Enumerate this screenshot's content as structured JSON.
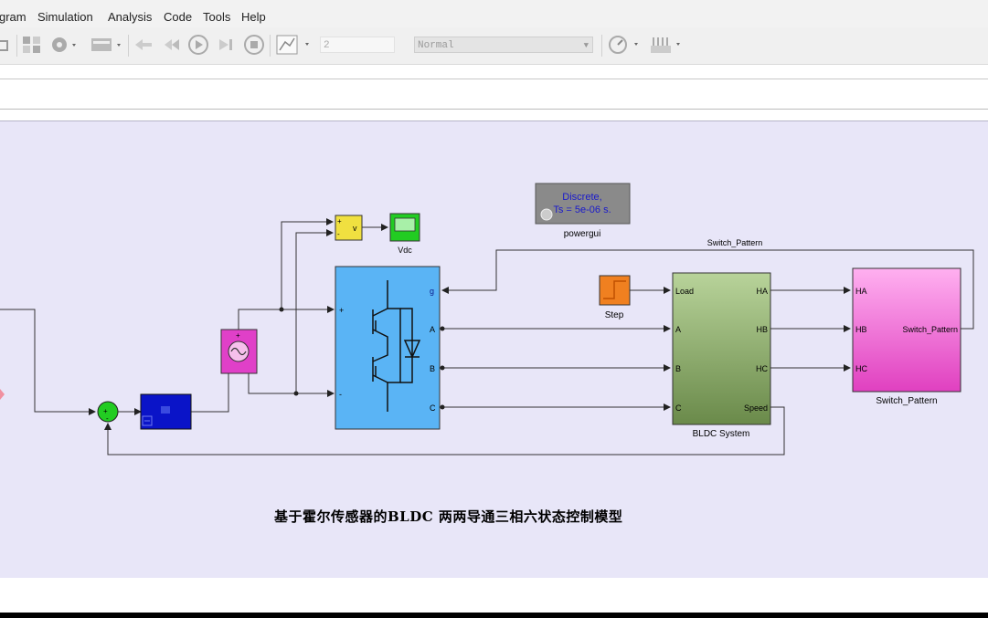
{
  "menu": {
    "items": [
      "gram",
      "Simulation",
      "Analysis",
      "Code",
      "Tools",
      "Help"
    ]
  },
  "toolbar": {
    "stop_time": "2",
    "sim_mode": "Normal"
  },
  "diagram": {
    "powergui": {
      "line1": "Discrete,",
      "line2": "Ts = 5e-06 s.",
      "label": "powergui"
    },
    "vdc_label": "Vdc",
    "voltmeter_port": "v",
    "step_label": "Step",
    "inverter_ports": {
      "g": "g",
      "a": "A",
      "b": "B",
      "c": "C",
      "plus": "+",
      "minus": "-"
    },
    "bldc": {
      "label": "BLDC System",
      "in_load": "Load",
      "in_a": "A",
      "in_b": "B",
      "in_c": "C",
      "out_ha": "HA",
      "out_hb": "HB",
      "out_hc": "HC",
      "out_speed": "Speed"
    },
    "switch": {
      "label": "Switch_Pattern",
      "in_ha": "HA",
      "in_hb": "HB",
      "in_hc": "HC",
      "out": "Switch_Pattern"
    },
    "feedback_signal_label": "Switch_Pattern"
  },
  "caption": "基于霍尔传感器的BLDC 两两导通三相六状态控制模型",
  "colors": {
    "canvas_bg": "#e8e6f8",
    "inverter": "#5ab4f5",
    "bldc": "#8aa86a",
    "switch": "#f07ad6",
    "vdc_scope": "#22cc22",
    "voltmeter": "#f0e040",
    "step": "#f08020",
    "source": "#e040c8",
    "pi_controller": "#0a14c8",
    "sum": "#22cc22"
  },
  "icons": [
    "undo-icon",
    "library-icon",
    "settings-icon",
    "model-config-icon",
    "step-back-icon",
    "run-icon",
    "step-forward-icon",
    "stop-icon",
    "scope-icon",
    "performance-icon",
    "build-icon"
  ]
}
